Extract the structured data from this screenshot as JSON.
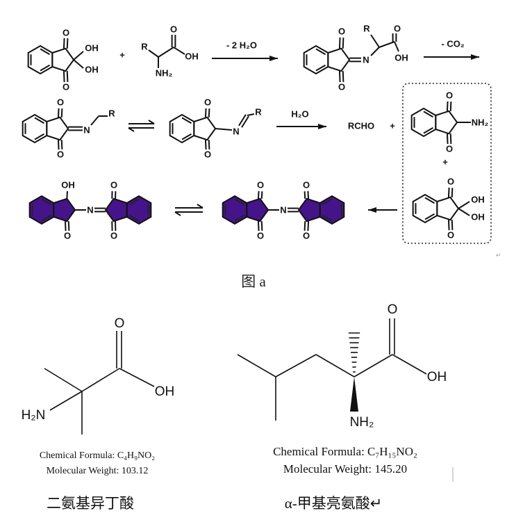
{
  "scheme": {
    "ninhydrin_o": "O",
    "oh": "OH",
    "plus": "+",
    "r": "R",
    "nh2": "NH₂",
    "n": "N",
    "arrow1_label": "- 2 H₂O",
    "arrow2_label": "- CO₂",
    "arrow3_label": "H₂O",
    "rcho": "RCHO",
    "caption": "图 a",
    "return_mark": "↵"
  },
  "colors": {
    "purple": "#45148a",
    "ink": "#111111"
  },
  "left_molecule": {
    "o": "O",
    "oh": "OH",
    "h2n": "H₂N",
    "formula": "Chemical Formula: C₄H₉NO₂",
    "weight": "Molecular Weight: 103.12",
    "name": "二氨基异丁酸"
  },
  "right_molecule": {
    "o": "O",
    "oh": "OH",
    "nh2": "NH₂",
    "formula": "Chemical Formula: C₇H₁₅NO₂",
    "weight": "Molecular Weight: 145.20",
    "name": "α-甲基亮氨酸↵"
  }
}
